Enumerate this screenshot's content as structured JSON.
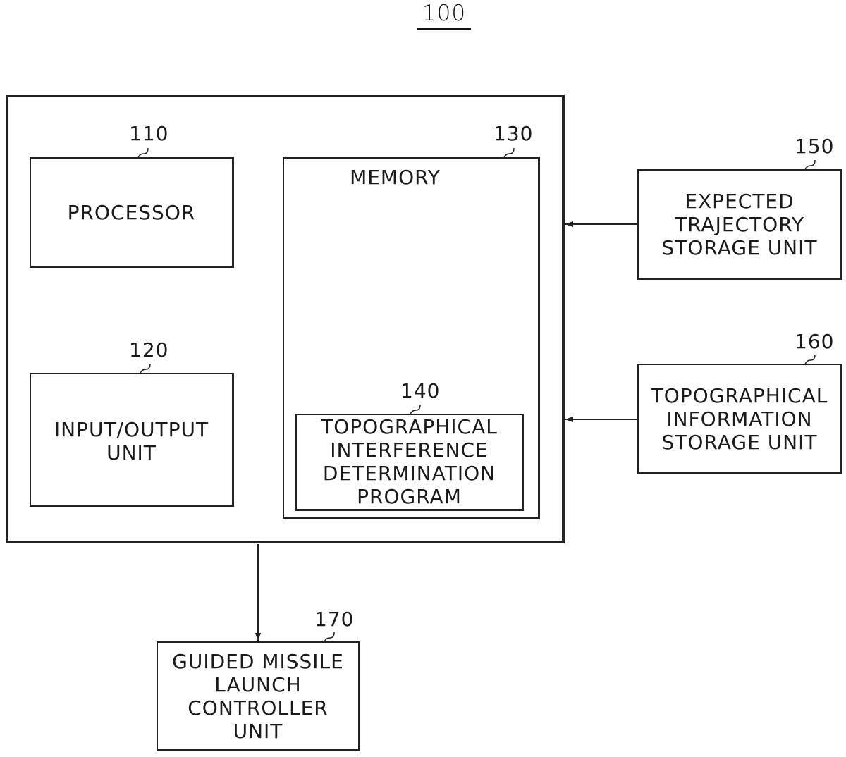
{
  "figure": {
    "reference": "100"
  },
  "components": {
    "processor": {
      "ref": "110",
      "label": "PROCESSOR"
    },
    "io_unit": {
      "ref": "120",
      "label": "INPUT/OUTPUT\nUNIT"
    },
    "memory": {
      "ref": "130",
      "label": "MEMORY"
    },
    "program": {
      "ref": "140",
      "label": "TOPOGRAPHICAL\nINTERFERENCE\nDETERMINATION\nPROGRAM"
    },
    "trajectory_storage": {
      "ref": "150",
      "label": "EXPECTED\nTRAJECTORY\nSTORAGE UNIT"
    },
    "topo_storage": {
      "ref": "160",
      "label": "TOPOGRAPHICAL\nINFORMATION\nSTORAGE UNIT"
    },
    "launch_controller": {
      "ref": "170",
      "label": "GUIDED MISSILE\nLAUNCH\nCONTROLLER\nUNIT"
    }
  },
  "connections": [
    {
      "from": "trajectory_storage",
      "to": "system_100",
      "direction": "left"
    },
    {
      "from": "topo_storage",
      "to": "system_100",
      "direction": "left"
    },
    {
      "from": "system_100",
      "to": "launch_controller",
      "direction": "down"
    }
  ]
}
